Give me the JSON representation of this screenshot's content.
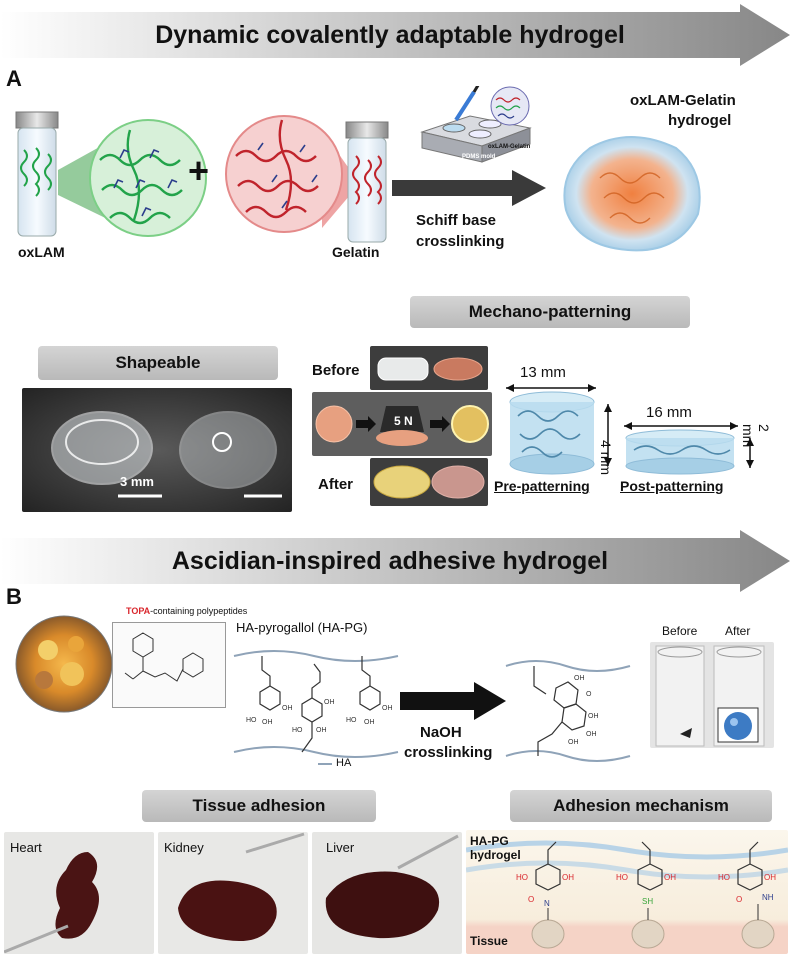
{
  "sectionA": {
    "banner_title": "Dynamic covalently adaptable hydrogel",
    "panel_letter": "A",
    "oxlam_label": "oxLAM",
    "plus_sign": "+",
    "gelatin_label": "Gelatin",
    "syringe_label": "oxLAM-Gelatin",
    "mold_label": "PDMS mold",
    "arrow_label_line1": "Schiff base",
    "arrow_label_line2": "crosslinking",
    "product_label_line1": "oxLAM-Gelatin",
    "product_label_line2": "hydrogel",
    "mechano_title": "Mechano-patterning",
    "shapeable_title": "Shapeable",
    "scale_bar_label": "3 mm",
    "before_label": "Before",
    "after_label": "After",
    "force_label": "5 N",
    "pre_width": "13 mm",
    "pre_height": "4 mm",
    "post_width": "16 mm",
    "post_height": "2 mm",
    "pre_label": "Pre-patterning",
    "post_label": "Post-patterning"
  },
  "sectionB": {
    "banner_title": "Ascidian-inspired adhesive hydrogel",
    "panel_letter": "B",
    "topa_highlight": "TOPA",
    "topa_rest": "-containing polypeptides",
    "hapg_title": "HA-pyrogallol (HA-PG)",
    "ha_legend": "HA",
    "arrow_label_line1": "NaOH",
    "arrow_label_line2": "crosslinking",
    "vial_before": "Before",
    "vial_after": "After",
    "tissue_title": "Tissue adhesion",
    "mechanism_title": "Adhesion mechanism",
    "organs": [
      "Heart",
      "Kidney",
      "Liver"
    ],
    "mech_hydrogel_line1": "HA-PG",
    "mech_hydrogel_line2": "hydrogel",
    "mech_tissue": "Tissue"
  },
  "colors": {
    "oxlam_strand": "#22a34a",
    "gelatin_strand": "#c0242c",
    "hydrogel_blue": "#9dc8e4",
    "banner_grey": "#8a8a8a",
    "topa_red": "#d9262c",
    "sh_green": "#3aa63a",
    "oh_red": "#d9262c"
  }
}
